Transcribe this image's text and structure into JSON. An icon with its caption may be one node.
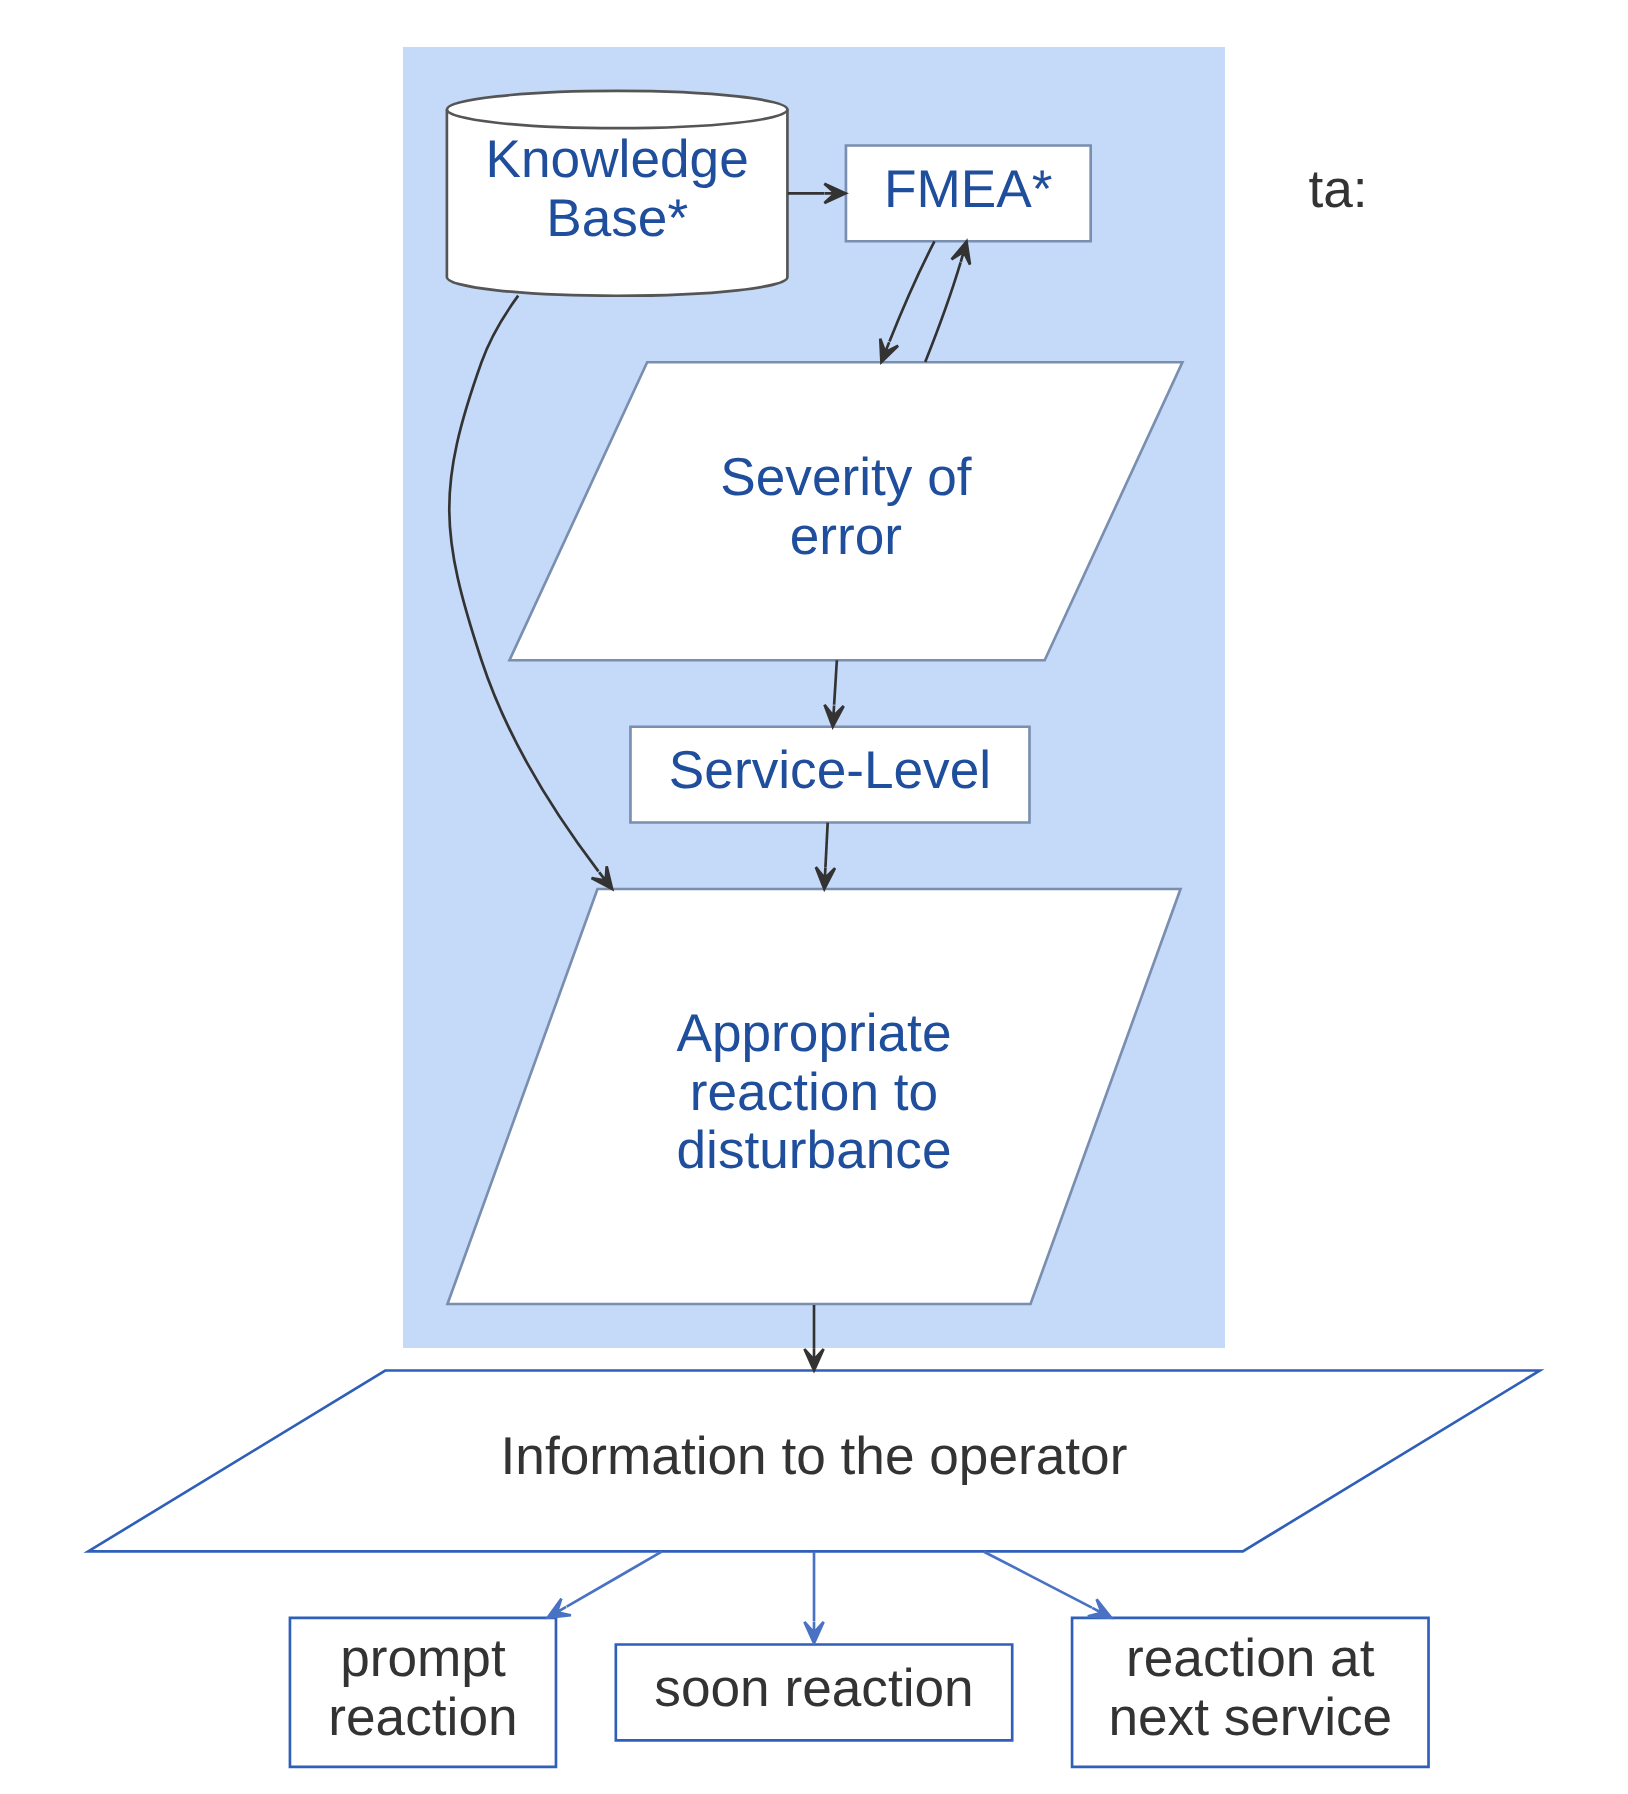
{
  "diagram": {
    "nodes": [
      {
        "text": [],
        "shape": "box"
      },
      {
        "text": [
          "FMEA*"
        ],
        "in": 0
      },
      {
        "text": [
          "Knowledge Base*"
        ],
        "in": 0
      },
      {
        "text": [
          "Severity of error"
        ],
        "in": 0
      },
      {
        "text": [
          "Service-Level"
        ],
        "in": 0
      },
      {
        "text": [
          "Appropriate reaction to disturbance"
        ],
        "in": 0
      },
      {
        "text": [
          "Information to the operator"
        ]
      },
      {
        "text": [
          "prompt reaction"
        ]
      },
      {
        "text": [
          "soon reaction"
        ]
      },
      {
        "text": [
          "reaction at next service"
        ]
      }
    ],
    "edges": [
      {
        "from": 2,
        "to": 1,
        "arrow": "to"
      },
      {
        "from": 1,
        "to": 3,
        "arrow": "to"
      },
      {
        "from": 3,
        "to": 1,
        "arrow": "to"
      },
      {
        "from": 3,
        "to": 4,
        "arrow": "to"
      },
      {
        "from": 4,
        "to": 5,
        "arrow": "to"
      },
      {
        "from": 2,
        "to": 5,
        "arrow": "to"
      },
      {
        "from": 5,
        "to": 6,
        "arrow": "to"
      },
      {
        "from": 6,
        "to": 7,
        "arrow": "to",
        "color": "#4a72c4"
      },
      {
        "from": 6,
        "to": 8,
        "arrow": "to",
        "color": "#4a72c4"
      },
      {
        "from": 6,
        "to": 9,
        "arrow": "to",
        "color": "#4a72c4"
      }
    ],
    "labels": [
      "ta:"
    ]
  }
}
